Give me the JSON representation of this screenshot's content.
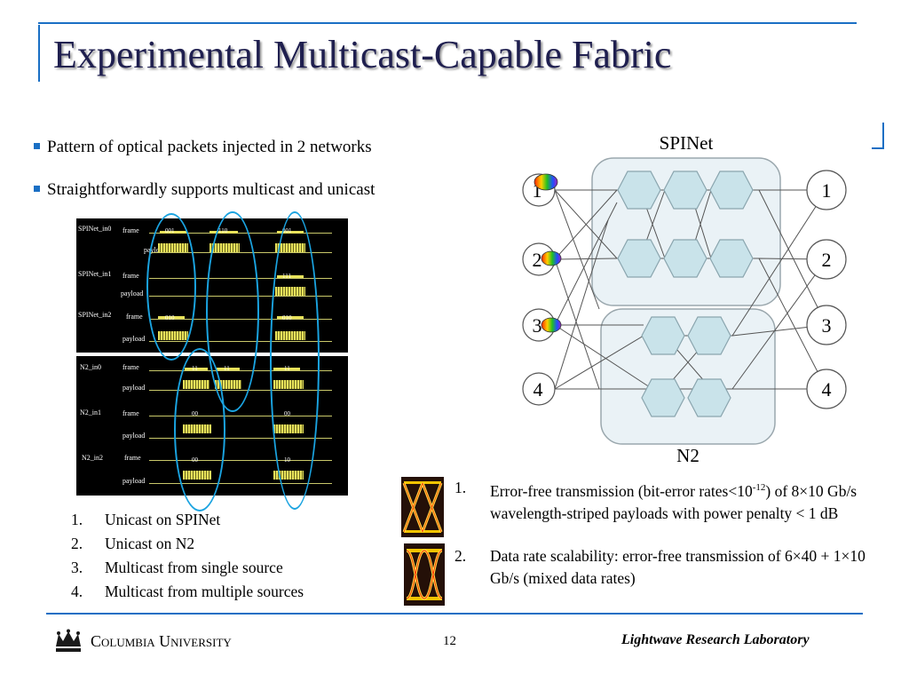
{
  "title": "Experimental Multicast-Capable Fabric",
  "bullets": [
    "Pattern of optical packets injected in 2 networks",
    "Straightforwardly supports multicast and unicast"
  ],
  "scope": {
    "rows": [
      {
        "name": "SPINet_in0",
        "frame": "frame",
        "payload": "payload"
      },
      {
        "name": "SPINet_in1",
        "frame": "frame",
        "payload": "payload"
      },
      {
        "name": "SPINet_in2",
        "frame": "frame",
        "payload": "payload"
      },
      {
        "name": "N2_in0",
        "frame": "frame",
        "payload": "payload"
      },
      {
        "name": "N2_in1",
        "frame": "frame",
        "payload": "payload"
      },
      {
        "name": "N2_in2",
        "frame": "frame",
        "payload": "payload"
      }
    ],
    "codes": [
      "001",
      "110",
      "001",
      "111",
      "010",
      "010",
      "11",
      "11",
      "11",
      "00",
      "00",
      "00",
      "10"
    ]
  },
  "left_list": [
    {
      "num": "1.",
      "text": "Unicast on SPINet"
    },
    {
      "num": "2.",
      "text": "Unicast on N2"
    },
    {
      "num": "3.",
      "text": "Multicast from single source"
    },
    {
      "num": "4.",
      "text": "Multicast from multiple sources"
    }
  ],
  "right_list": [
    {
      "num": "1.",
      "text_a": "Error-free transmission (bit-error rates<10",
      "sup": "-12",
      "text_b": ") of 8×10 Gb/s wavelength-striped payloads with power penalty < 1 dB"
    },
    {
      "num": "2.",
      "text_a": "Data rate scalability: error-free transmission of 6×40 + 1×10 Gb/s (mixed data rates)",
      "sup": "",
      "text_b": ""
    }
  ],
  "diagram": {
    "top_label": "SPINet",
    "bottom_label": "N2",
    "inputs": [
      "1",
      "2",
      "3",
      "4"
    ],
    "outputs": [
      "1",
      "2",
      "3",
      "4"
    ]
  },
  "footer": {
    "university": "Columbia University",
    "page": "12",
    "lab": "Lightwave Research Laboratory"
  },
  "colors": {
    "accent": "#1a6fc4",
    "ellipse": "#1aa3e0",
    "title": "#1f1f4f",
    "node_fill": "#c9e3ea"
  }
}
